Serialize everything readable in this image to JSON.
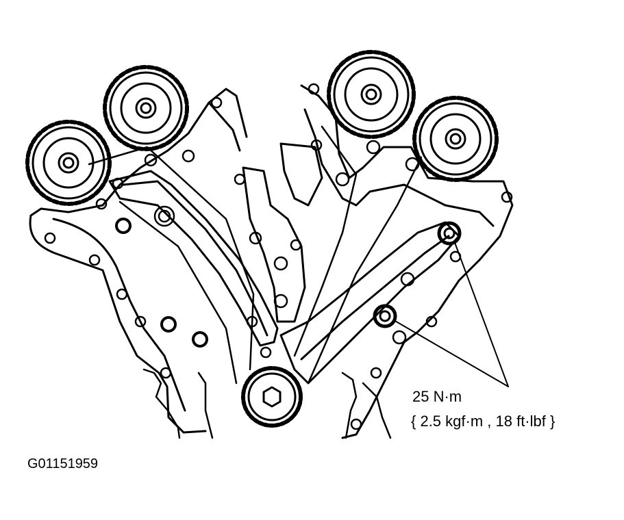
{
  "annotation": {
    "torque_primary": "25 N·m",
    "torque_secondary": "{ 2.5 kgf·m , 18 ft·lbf }"
  },
  "figure": {
    "id": "G01151959"
  },
  "palette": {
    "stroke": "#000000",
    "background": "#ffffff"
  },
  "parts": [
    "camshaft-sprocket-left-outer",
    "camshaft-sprocket-left-inner",
    "camshaft-sprocket-right-inner",
    "camshaft-sprocket-right-outer",
    "crankshaft-sprocket",
    "timing-chain-cover",
    "chain-tensioner",
    "chain-guide"
  ]
}
